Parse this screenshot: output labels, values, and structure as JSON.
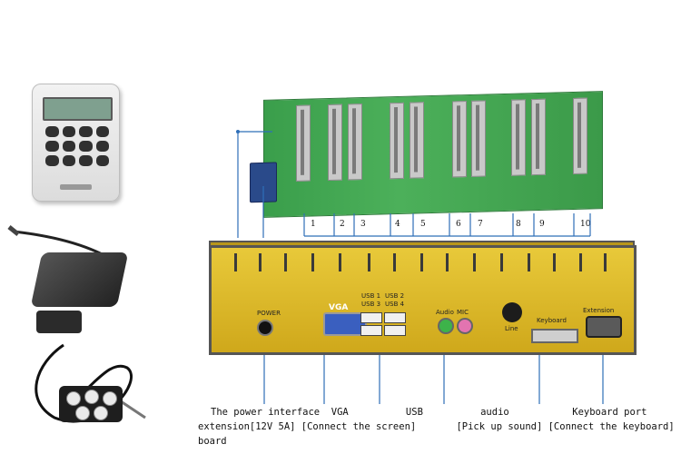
{
  "pcb": {
    "slot_numbers": [
      "1",
      "2",
      "3",
      "4",
      "5",
      "6",
      "7",
      "8",
      "9",
      "10"
    ]
  },
  "io_panel": {
    "power_label": "POWER",
    "vga_label": "VGA",
    "usb_labels": [
      "USB 1",
      "USB 2",
      "USB 3",
      "USB 4"
    ],
    "audio_label": "Audio",
    "mic_label": "MIC",
    "line_label": "Line",
    "keyboard_label": "Keyboard",
    "extension_label": "Extension"
  },
  "captions": {
    "line1": "The power interface  VGA          USB          audio           Keyboard port",
    "line2": "extension[12V 5A] [Connect the screen]       [Pick up sound] [Connect the keyboard] [IO",
    "line3": "board"
  },
  "colors": {
    "pcb_green": "#3a9e4b",
    "box_gold": "#d9b52a",
    "wire_blue": "#2f6fb8"
  }
}
